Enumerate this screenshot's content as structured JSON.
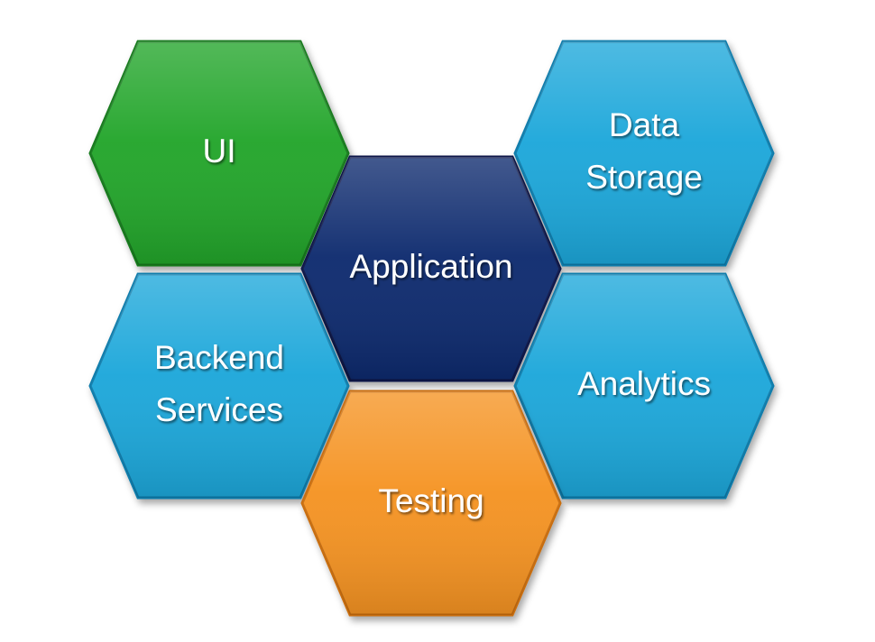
{
  "diagram": {
    "hexagons": [
      {
        "id": "ui",
        "lines": [
          "UI"
        ],
        "color": "#22a52c",
        "edge": "#157a1c"
      },
      {
        "id": "application",
        "lines": [
          "Application"
        ],
        "color": "#0f2a6e",
        "edge": "#08184a"
      },
      {
        "id": "data-storage",
        "lines": [
          "Data",
          "Storage"
        ],
        "color": "#1ea7da",
        "edge": "#0e7bab"
      },
      {
        "id": "backend-services",
        "lines": [
          "Backend",
          "Services"
        ],
        "color": "#1ea7da",
        "edge": "#0e7bab"
      },
      {
        "id": "analytics",
        "lines": [
          "Analytics"
        ],
        "color": "#1ea7da",
        "edge": "#0e7bab"
      },
      {
        "id": "testing",
        "lines": [
          "Testing"
        ],
        "color": "#f59323",
        "edge": "#c96d0f"
      }
    ]
  }
}
